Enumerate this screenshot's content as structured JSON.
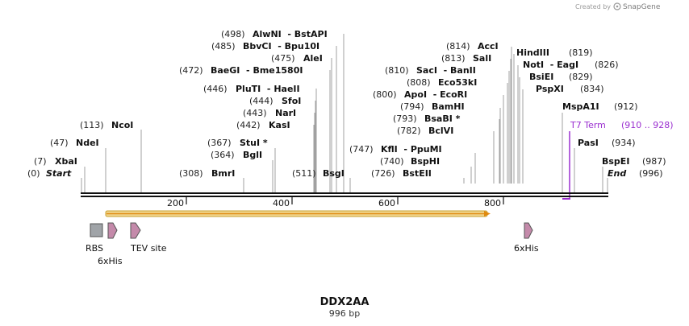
{
  "credit": {
    "prefix": "Created by",
    "brand": "SnapGene"
  },
  "map": {
    "name": "DDX2AA",
    "length_label": "996 bp",
    "ticks": [
      "200",
      "400",
      "600",
      "800"
    ]
  },
  "sites": [
    {
      "pos": "(0)",
      "name": "Start"
    },
    {
      "pos": "(7)",
      "name": "XbaI"
    },
    {
      "pos": "(47)",
      "name": "NdeI"
    },
    {
      "pos": "(113)",
      "name": "NcoI"
    },
    {
      "pos": "(308)",
      "name": "BmrI"
    },
    {
      "pos": "(364)",
      "name": "BglI"
    },
    {
      "pos": "(367)",
      "name": "StuI *"
    },
    {
      "pos": "(442)",
      "name": "KasI"
    },
    {
      "pos": "(443)",
      "name": "NarI"
    },
    {
      "pos": "(444)",
      "name": "SfoI"
    },
    {
      "pos": "(446)",
      "name": "PluTI  - HaeII"
    },
    {
      "pos": "(472)",
      "name": "BaeGI  - Bme1580I"
    },
    {
      "pos": "(475)",
      "name": "AleI"
    },
    {
      "pos": "(485)",
      "name": "BbvCI  - Bpu10I"
    },
    {
      "pos": "(498)",
      "name": "AlwNI  - BstAPI"
    },
    {
      "pos": "(511)",
      "name": "BsgI"
    },
    {
      "pos": "(726)",
      "name": "BstEII"
    },
    {
      "pos": "(740)",
      "name": "BspHI"
    },
    {
      "pos": "(747)",
      "name": "KflI  - PpuMI"
    },
    {
      "pos": "(782)",
      "name": "BclVI"
    },
    {
      "pos": "(793)",
      "name": "BsaBI *"
    },
    {
      "pos": "(794)",
      "name": "BamHI"
    },
    {
      "pos": "(800)",
      "name": "ApoI  - EcoRI"
    },
    {
      "pos": "(808)",
      "name": "Eco53kI"
    },
    {
      "pos": "(810)",
      "name": "SacI  - BanII"
    },
    {
      "pos": "(813)",
      "name": "SalI"
    },
    {
      "pos": "(814)",
      "name": "AccI"
    },
    {
      "pos": "(819)",
      "name": "HindIII"
    },
    {
      "pos": "(826)",
      "name": "NotI  - EagI"
    },
    {
      "pos": "(829)",
      "name": "BsiEI"
    },
    {
      "pos": "(834)",
      "name": "PspXI"
    },
    {
      "pos": "(912)",
      "name": "MspA1I"
    },
    {
      "pos": "(934)",
      "name": "PasI"
    },
    {
      "pos": "(987)",
      "name": "BspEI"
    },
    {
      "pos": "(996)",
      "name": "End"
    }
  ],
  "t7": {
    "name": "T7 Term",
    "range": "(910 .. 928)",
    "color": "#9b30d0"
  },
  "features": {
    "rbs": "RBS",
    "his1": "6xHis",
    "tev": "TEV site",
    "his2": "6xHis"
  },
  "colors": {
    "orf_fill": "#f0d690",
    "orf_stroke": "#c8a030",
    "orf_arrow": "#e08a10",
    "feature_pink": "#c48aaa",
    "rbs_gray": "#a0a4a8"
  }
}
